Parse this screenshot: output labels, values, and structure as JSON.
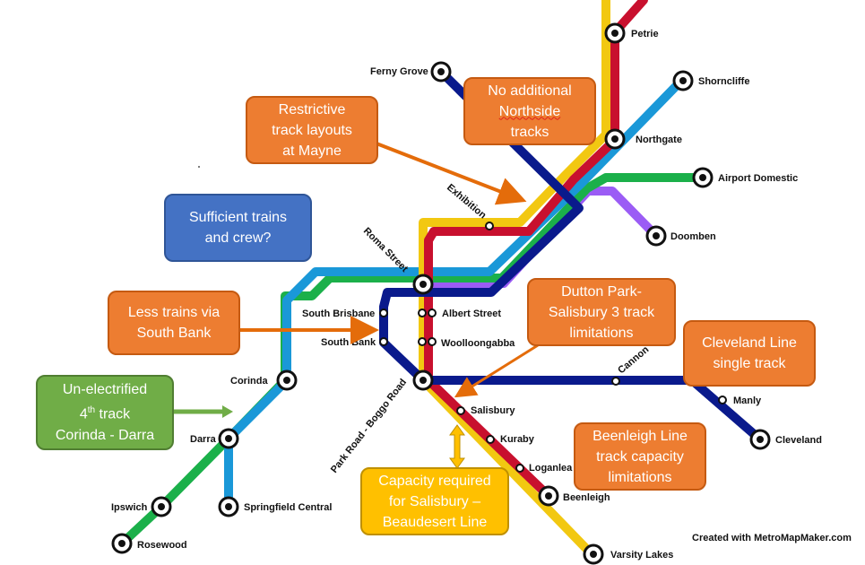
{
  "colors": {
    "yellow_line": "#f2c811",
    "red_line": "#c8102e",
    "navy_line": "#0a1a8c",
    "sky_line": "#1a98d8",
    "green_line": "#1bb04a",
    "purple_line": "#9b5cf5",
    "callout_orange": "#ed7d31",
    "callout_blue": "#4472c4",
    "callout_green": "#70ad47",
    "callout_gold": "#ffc000",
    "arrow_orange": "#e46c0a"
  },
  "stations": {
    "petrie": "Petrie",
    "ferny_grove": "Ferny Grove",
    "shorncliffe": "Shorncliffe",
    "northgate": "Northgate",
    "airport_domestic": "Airport Domestic",
    "doomben": "Doomben",
    "exhibition": "Exhibition",
    "roma_street": "Roma Street",
    "south_brisbane": "South Brisbane",
    "albert_street": "Albert Street",
    "south_bank": "South Bank",
    "woolloongabba": "Woolloongabba",
    "cannon_hill": "Cannon",
    "manly": "Manly",
    "cleveland": "Cleveland",
    "corinda": "Corinda",
    "park_road": "Park Road - Boggo Road",
    "salisbury": "Salisbury",
    "kuraby": "Kuraby",
    "loganlea": "Loganlea",
    "beenleigh": "Beenleigh",
    "darra": "Darra",
    "ipswich": "Ipswich",
    "springfield_central": "Springfield Central",
    "rosewood": "Rosewood",
    "varsity_lakes": "Varsity Lakes"
  },
  "callouts": {
    "northside": [
      "No additional",
      "Northside",
      "tracks"
    ],
    "mayne": [
      "Restrictive",
      "track layouts",
      "at Mayne"
    ],
    "trains_crew": [
      "Sufficient trains",
      "and crew?"
    ],
    "south_bank": [
      "Less trains via",
      "South Bank"
    ],
    "corinda_darra": [
      "Un-electrified",
      "4",
      "th",
      " track",
      "Corinda - Darra"
    ],
    "dutton_park": [
      "Dutton Park-",
      "Salisbury 3 track",
      "limitations"
    ],
    "cleveland": [
      "Cleveland Line",
      "single track"
    ],
    "beenleigh": [
      "Beenleigh Line",
      "track capacity",
      "limitations"
    ],
    "beaudesert": [
      "Capacity required",
      "for Salisbury –",
      "Beaudesert Line"
    ]
  },
  "credit": "Created with MetroMapMaker.com"
}
